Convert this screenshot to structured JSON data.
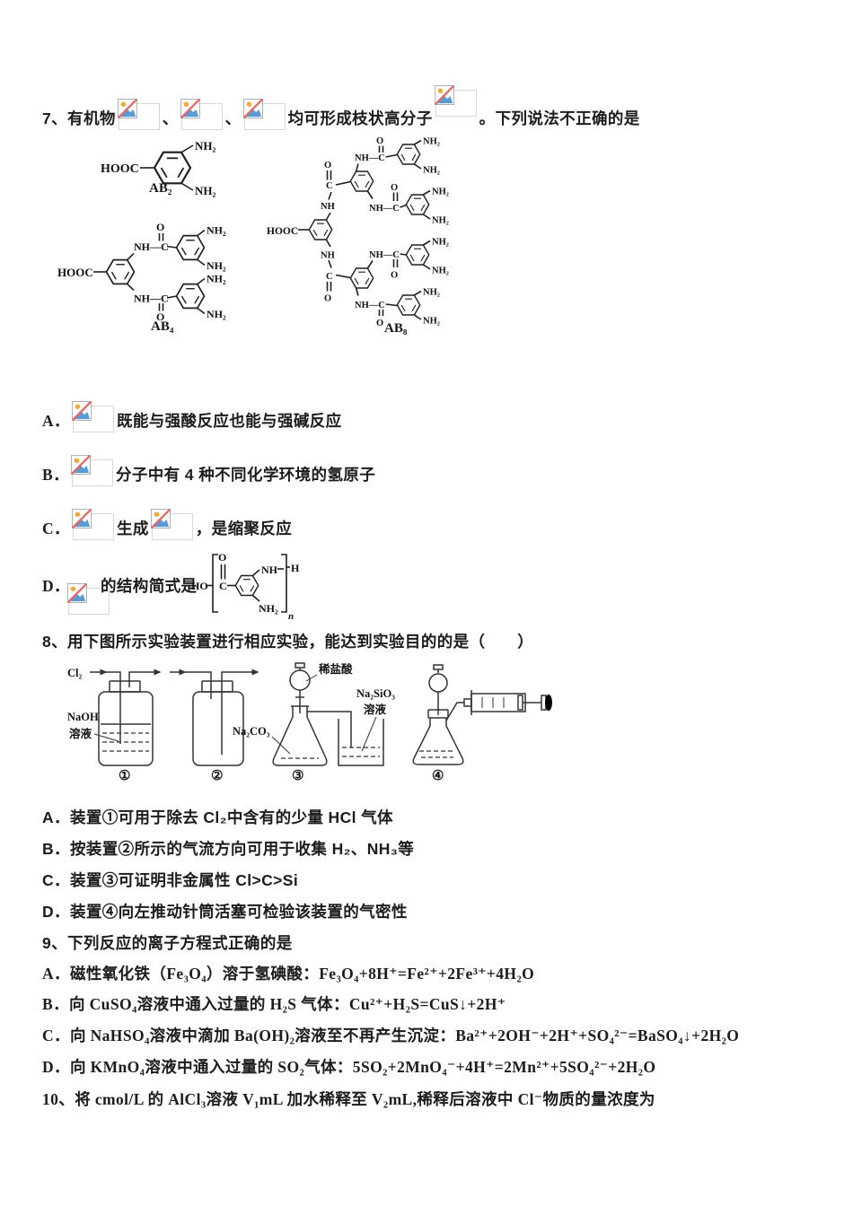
{
  "chem": {
    "hooc": "HOOC",
    "nh2": "NH₂",
    "nh": "NH",
    "nhc": "NH—C",
    "c": "C",
    "o": "O",
    "ho": "HO",
    "h": "H",
    "n": "n",
    "ab2": "AB₂",
    "ab4": "AB₄",
    "ab8": "AB₈"
  },
  "q7": {
    "stem_num": "7、",
    "stem_1": "有机物",
    "dun1": "、",
    "dun2": "、",
    "stem_2": "均可形成枝状高分子",
    "stem_3": "。下列说法不正确的是",
    "opt_a_label": "A．",
    "opt_a_text": "既能与强酸反应也能与强碱反应",
    "opt_b_label": "B．",
    "opt_b_text": "分子中有 4 种不同化学环境的氢原子",
    "opt_c_label": "C．",
    "opt_c_mid": "生成",
    "opt_c_tail": "，是缩聚反应",
    "opt_d_label": "D．",
    "opt_d_text": "的结构简式是"
  },
  "q8": {
    "stem": "8、用下图所示实验装置进行相应实验，能达到实验目的的是（　　）",
    "fig": {
      "cl2": "Cl₂",
      "naoh": "NaOH",
      "rongye1": "溶液",
      "xiyansuan": "稀盐酸",
      "na2co3": "Na₂CO₃",
      "na2sio3": "Na₂SiO₃",
      "rongye2": "溶液",
      "n1": "①",
      "n2": "②",
      "n3": "③",
      "n4": "④"
    },
    "opt_a": "A．装置①可用于除去 Cl₂中含有的少量 HCl 气体",
    "opt_b": "B．按装置②所示的气流方向可用于收集 H₂、NH₃等",
    "opt_c": "C．装置③可证明非金属性 Cl>C>Si",
    "opt_d": "D．装置④向左推动针筒活塞可检验该装置的气密性"
  },
  "q9": {
    "stem": "9、下列反应的离子方程式正确的是",
    "opt_a": "A．磁性氧化铁（Fe₃O₄）溶于氢碘酸：Fe₃O₄+8H⁺=Fe²⁺+2Fe³⁺+4H₂O",
    "opt_b": "B．向 CuSO₄溶液中通入过量的 H₂S 气体：Cu²⁺+H₂S=CuS↓+2H⁺",
    "opt_c": "C．向 NaHSO₄溶液中滴加 Ba(OH)₂溶液至不再产生沉淀：Ba²⁺+2OH⁻+2H⁺+SO₄²⁻=BaSO₄↓+2H₂O",
    "opt_d": "D．向 KMnO₄溶液中通入过量的 SO₂气体：5SO₂+2MnO₄⁻+4H⁺=2Mn²⁺+5SO₄²⁻+2H₂O"
  },
  "q10": {
    "stem": "10、将 cmol/L 的 AlCl₃溶液 V₁mL 加水稀释至 V₂mL,稀释后溶液中 Cl⁻物质的量浓度为"
  }
}
